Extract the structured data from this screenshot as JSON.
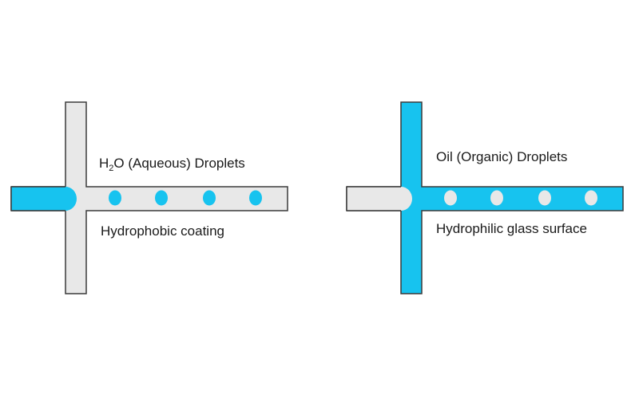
{
  "colors": {
    "aqueous": "#17c3ef",
    "oil": "#e8e8e8",
    "outline": "#3a3a3a",
    "text": "#1a1a1a"
  },
  "left_panel": {
    "label_top": {
      "prefix": "H",
      "subscript": "2",
      "suffix": "O (Aqueous) Droplets"
    },
    "label_bottom": "Hydrophobic coating",
    "channel_fluid": "oil",
    "droplet_fluid": "aqueous",
    "droplet_count": 4
  },
  "right_panel": {
    "label_top": "Oil (Organic) Droplets",
    "label_bottom": "Hydrophilic glass surface",
    "channel_fluid": "aqueous",
    "droplet_fluid": "oil",
    "droplet_count": 4
  }
}
